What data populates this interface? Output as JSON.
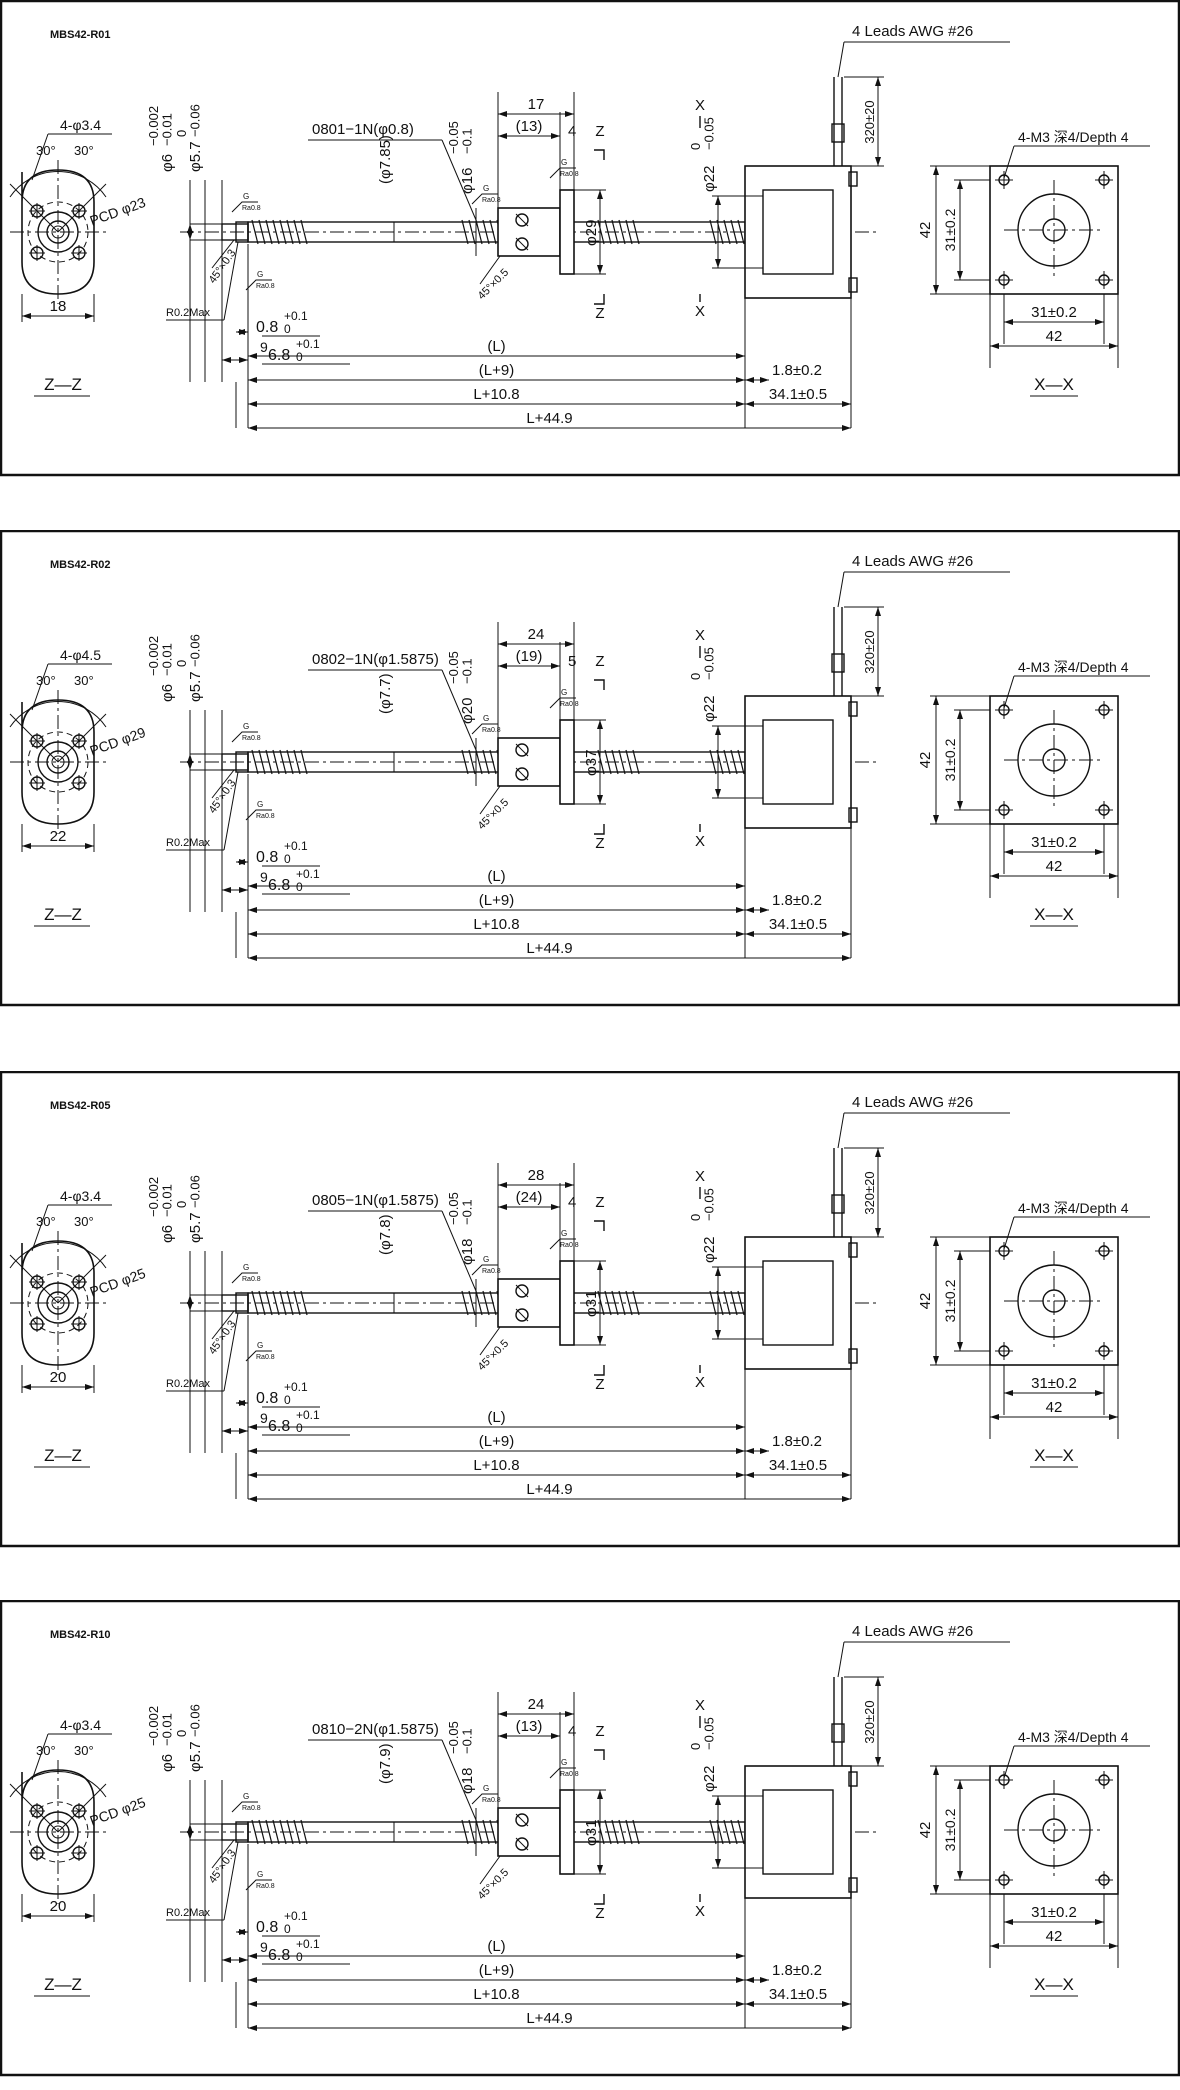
{
  "common": {
    "leads": "4 Leads AWG #26",
    "lead_length": "320±20",
    "mount_holes": "4-M3 深4/Depth 4",
    "motor_size": "42",
    "hole_pitch": "31±0.2",
    "section_zz": "Z—Z",
    "section_xx": "X—X",
    "sec_z": "Z",
    "sec_x": "X",
    "shaft_dia": "φ6",
    "shaft_tol": "−0.002\n−0.01",
    "journal_dia": "φ5.7",
    "journal_tol": "0\n−0.06",
    "boss_dia": "φ22",
    "boss_tol": "0\n−0.05",
    "chamfer_a": "45°×0.3",
    "chamfer_b": "45°×0.5",
    "radius": "R0.2Max",
    "g_mark": "G",
    "ra": "Ra0.8",
    "dim_groove": "0.8",
    "dim_groove_tol": "+0.1\n0",
    "dim_journal": "6.8",
    "dim_journal_tol": "+0.1\n0",
    "dim_9": "9",
    "dim_l": "(L)",
    "dim_l9": "(L+9)",
    "dim_l108": "L+10.8",
    "dim_l449": "L+44.9",
    "dim_18": "1.8±0.2",
    "dim_341": "34.1±0.5",
    "angle": "30°"
  },
  "models": [
    {
      "model": "MBS42-R01",
      "nut_holes": "4-φ3.4",
      "pcd": "PCD φ23",
      "flange_w": "18",
      "screw_spec": "0801−1N(φ0.8)",
      "root_dia": "(φ7.85)",
      "nut_dia": "φ16",
      "nut_tol": "−0.05\n−0.1",
      "flange_dia": "φ29",
      "nut_len": "17",
      "nut_body": "(13)",
      "flange_t": "4"
    },
    {
      "model": "MBS42-R02",
      "nut_holes": "4-φ4.5",
      "pcd": "PCD φ29",
      "flange_w": "22",
      "screw_spec": "0802−1N(φ1.5875)",
      "root_dia": "(φ7.7)",
      "nut_dia": "φ20",
      "nut_tol": "−0.05\n−0.1",
      "flange_dia": "φ37",
      "nut_len": "24",
      "nut_body": "(19)",
      "flange_t": "5"
    },
    {
      "model": "MBS42-R05",
      "nut_holes": "4-φ3.4",
      "pcd": "PCD φ25",
      "flange_w": "20",
      "screw_spec": "0805−1N(φ1.5875)",
      "root_dia": "(φ7.8)",
      "nut_dia": "φ18",
      "nut_tol": "−0.05\n−0.1",
      "flange_dia": "φ31",
      "nut_len": "28",
      "nut_body": "(24)",
      "flange_t": "4"
    },
    {
      "model": "MBS42-R10",
      "nut_holes": "4-φ3.4",
      "pcd": "PCD φ25",
      "flange_w": "20",
      "screw_spec": "0810−2N(φ1.5875)",
      "root_dia": "(φ7.9)",
      "nut_dia": "φ18",
      "nut_tol": "−0.05\n−0.1",
      "flange_dia": "φ31",
      "nut_len": "24",
      "nut_body": "(13)",
      "flange_t": "4"
    }
  ]
}
